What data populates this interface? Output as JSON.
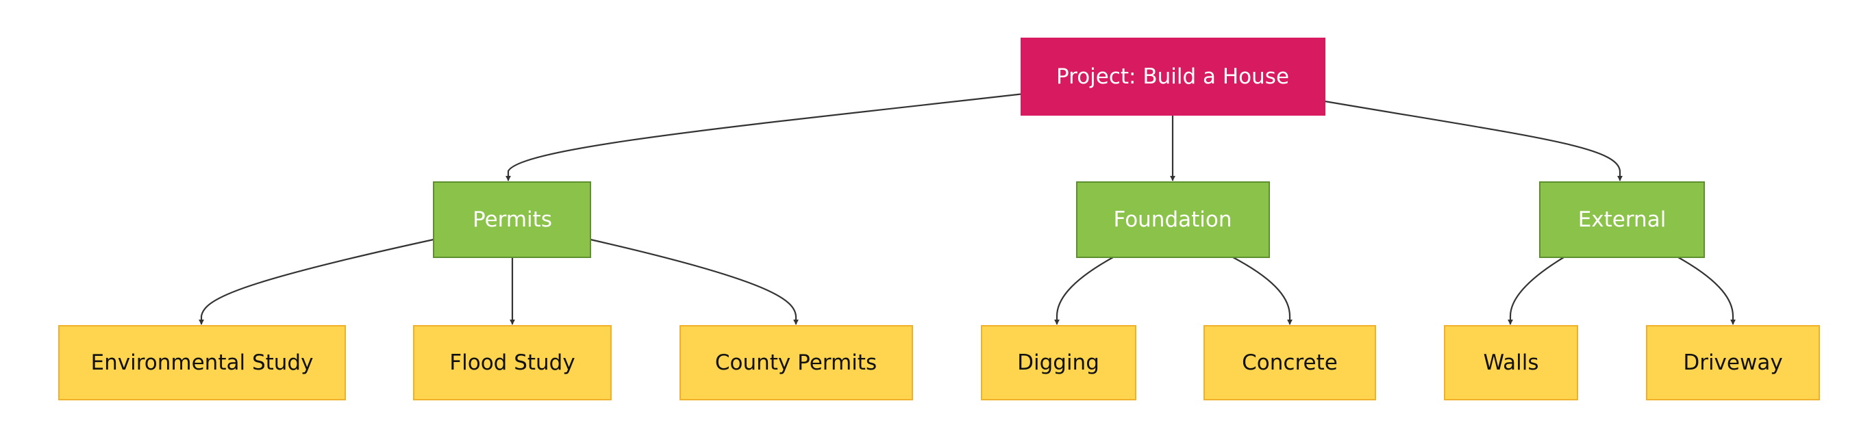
{
  "diagram": {
    "root": {
      "label": "Project: Build a House"
    },
    "level1": [
      {
        "label": "Permits"
      },
      {
        "label": "Foundation"
      },
      {
        "label": "External"
      }
    ],
    "level2": [
      {
        "label": "Environmental Study",
        "parent": "Permits"
      },
      {
        "label": "Flood Study",
        "parent": "Permits"
      },
      {
        "label": "County Permits",
        "parent": "Permits"
      },
      {
        "label": "Digging",
        "parent": "Foundation"
      },
      {
        "label": "Concrete",
        "parent": "Foundation"
      },
      {
        "label": "Walls",
        "parent": "External"
      },
      {
        "label": "Driveway",
        "parent": "External"
      }
    ],
    "colors": {
      "root_fill": "#D81B60",
      "root_text": "#ffffff",
      "level1_fill": "#8BC34A",
      "level1_border": "#5E8F2E",
      "level1_text": "#ffffff",
      "level2_fill": "#FFD54F",
      "level2_border": "#F0B02A",
      "level2_text": "#111111",
      "edge": "#333333"
    }
  }
}
